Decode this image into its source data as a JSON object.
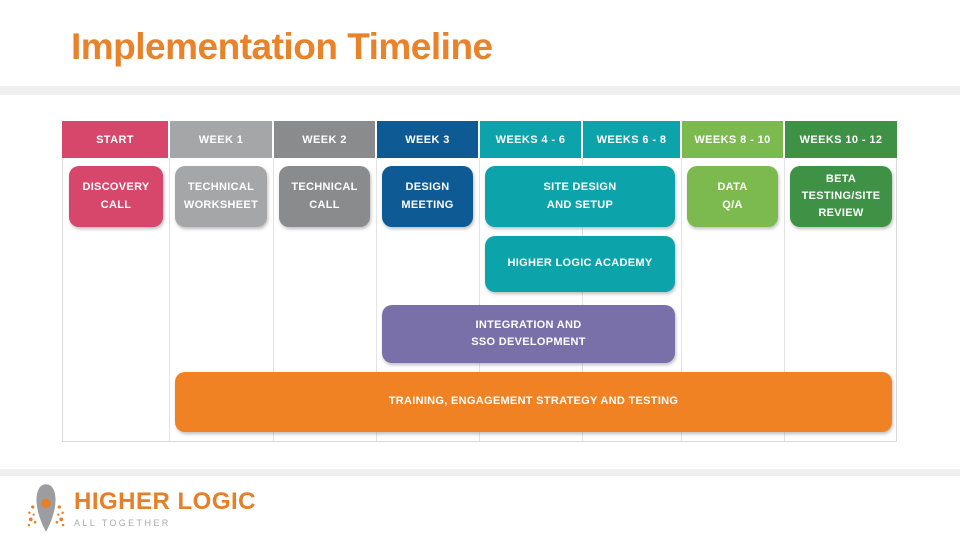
{
  "title": "Implementation Timeline",
  "colors": {
    "title_orange": "#E8832B",
    "pink": "#D7476C",
    "light_gray": "#A5A6A8",
    "mid_gray": "#8A8B8D",
    "dark_blue": "#0D5A94",
    "teal": "#0DA3AA",
    "light_green": "#7CBA50",
    "dark_green": "#3F9245",
    "purple": "#7A70A9",
    "orange": "#F08223",
    "divider_gray": "#EFEFEF"
  },
  "timeline": {
    "columns": [
      {
        "label": "START",
        "color": "#D7476C"
      },
      {
        "label": "WEEK 1",
        "color": "#A5A6A8"
      },
      {
        "label": "WEEK 2",
        "color": "#8A8B8D"
      },
      {
        "label": "WEEK 3",
        "color": "#0D5A94"
      },
      {
        "label": "WEEKS 4 - 6",
        "color": "#0DA3AA"
      },
      {
        "label": "WEEKS 6 - 8",
        "color": "#0DA3AA"
      },
      {
        "label": "WEEKS 8 - 10",
        "color": "#7CBA50"
      },
      {
        "label": "WEEKS 10 - 12",
        "color": "#3F9245"
      }
    ],
    "rows": [
      {
        "bars": [
          {
            "label": "DISCOVERY\nCALL",
            "col": 1,
            "span": 1,
            "color": "#D7476C"
          },
          {
            "label": "TECHNICAL\nWORKSHEET",
            "col": 2,
            "span": 1,
            "color": "#A5A6A8"
          },
          {
            "label": "TECHNICAL\nCALL",
            "col": 3,
            "span": 1,
            "color": "#8A8B8D"
          },
          {
            "label": "DESIGN\nMEETING",
            "col": 4,
            "span": 1,
            "color": "#0D5A94"
          },
          {
            "label": "SITE DESIGN\nAND SETUP",
            "col": 5,
            "span": 2,
            "color": "#0DA3AA"
          },
          {
            "label": "DATA\nQ/A",
            "col": 7,
            "span": 1,
            "color": "#7CBA50"
          },
          {
            "label": "BETA\nTESTING/SITE\nREVIEW",
            "col": 8,
            "span": 1,
            "color": "#3F9245"
          }
        ]
      },
      {
        "bars": [
          {
            "label": "HIGHER LOGIC ACADEMY",
            "col": 5,
            "span": 2,
            "color": "#0DA3AA"
          }
        ]
      },
      {
        "bars": [
          {
            "label": "INTEGRATION AND\nSSO DEVELOPMENT",
            "col": 4,
            "span": 3,
            "color": "#7A70A9"
          }
        ]
      },
      {
        "bars": [
          {
            "label": "TRAINING, ENGAGEMENT STRATEGY AND TESTING",
            "col": 2,
            "span": 7,
            "color": "#F08223"
          }
        ]
      }
    ]
  },
  "logo": {
    "name": "HIGHER LOGIC",
    "tagline": "ALL TOGETHER",
    "orange": "#E87E27",
    "icon_gray": "#9B9DA0"
  }
}
